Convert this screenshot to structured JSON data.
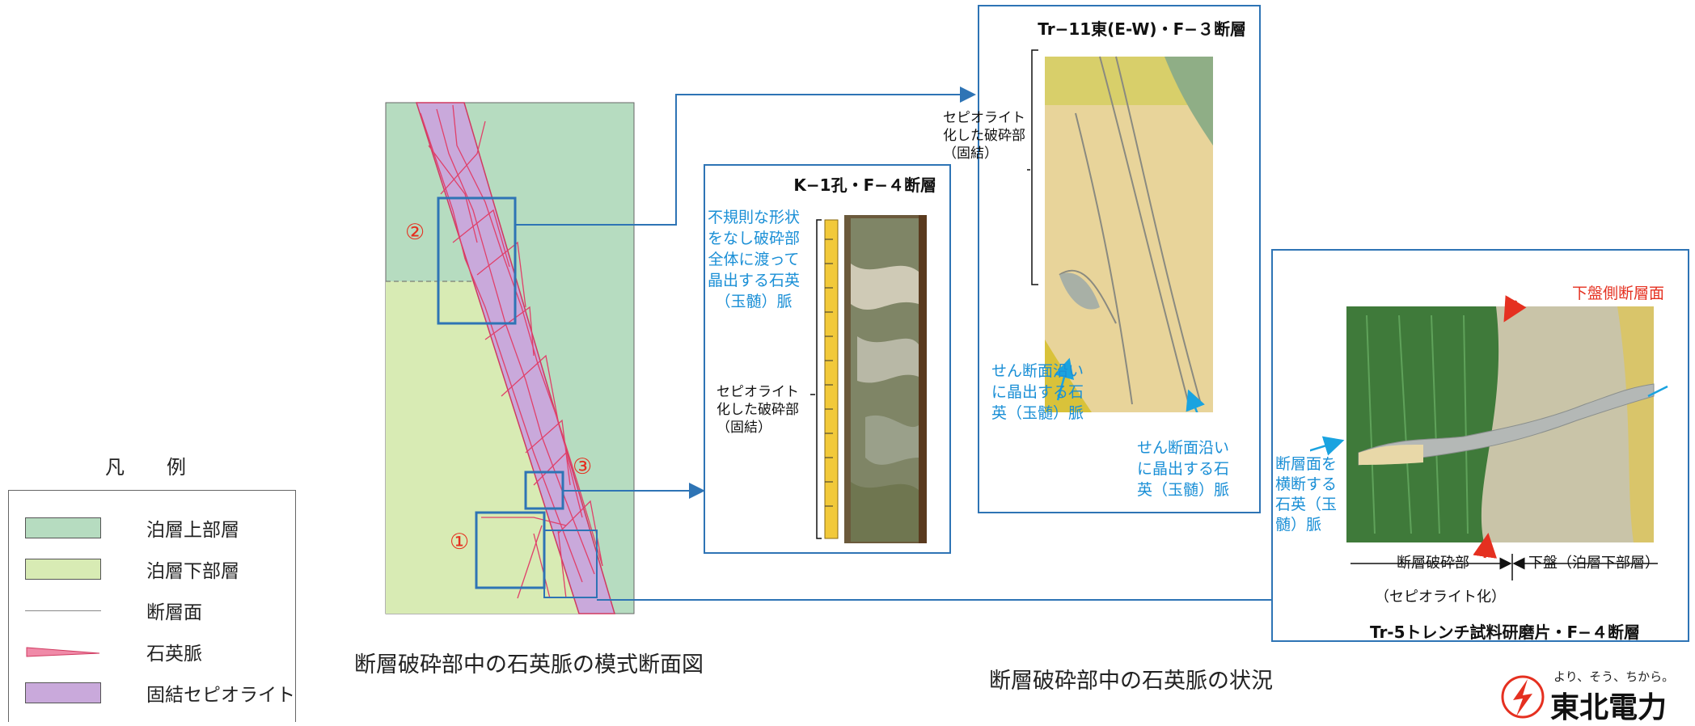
{
  "legend": {
    "title": "凡　例",
    "items": [
      {
        "label": "泊層上部層",
        "color": "#b6dcc0"
      },
      {
        "label": "泊層下部層",
        "color": "#d8ebb4"
      },
      {
        "label": "断層面",
        "color": "#999999"
      },
      {
        "label": "石英脈",
        "color": "#e0547a"
      },
      {
        "label": "固結セピオライト",
        "color": "#c9a9db"
      }
    ]
  },
  "schematic": {
    "caption": "断層破砕部中の石英脈の模式断面図",
    "markers": [
      "①",
      "②",
      "③"
    ]
  },
  "status_caption": "断層破砕部中の石英脈の状況",
  "panel_k1": {
    "title": "K−1孔・F−４断層",
    "note_quartz": [
      "不規則な形状",
      "をなし破砕部",
      "全体に渡って",
      "晶出する石英",
      "（玉髄）脈"
    ],
    "note_sepio": [
      "セピオライト",
      "化した破砕部",
      "（固結）"
    ]
  },
  "panel_tr11": {
    "title": "Tr−11東(E-W)・F−３断層",
    "note_sepio": [
      "セピオライト",
      "化した破砕部",
      "（固結）"
    ],
    "note_shear1": [
      "せん断面沿い",
      "に晶出する石",
      "英（玉髄）脈"
    ],
    "note_shear2": [
      "せん断面沿い",
      "に晶出する石",
      "英（玉髄）脈"
    ]
  },
  "panel_tr5": {
    "title": "Tr-5トレンチ試料研磨片・F−４断層",
    "footwall_fault": "下盤側断層面",
    "note_cross": [
      "断層面を",
      "横断する",
      "石英（玉",
      "髄）脈"
    ],
    "fault_zone": "断層破砕部",
    "fault_zone_sub": "（セピオライト化）",
    "footwall": "下盤（泊層下部層）"
  },
  "logo": {
    "slogan": "より、そう、ちから。",
    "name": "東北電力"
  },
  "colors": {
    "accent_blue": "#2e74b5",
    "annotation_blue": "#1a8fd6",
    "marker_red": "#e53020"
  }
}
